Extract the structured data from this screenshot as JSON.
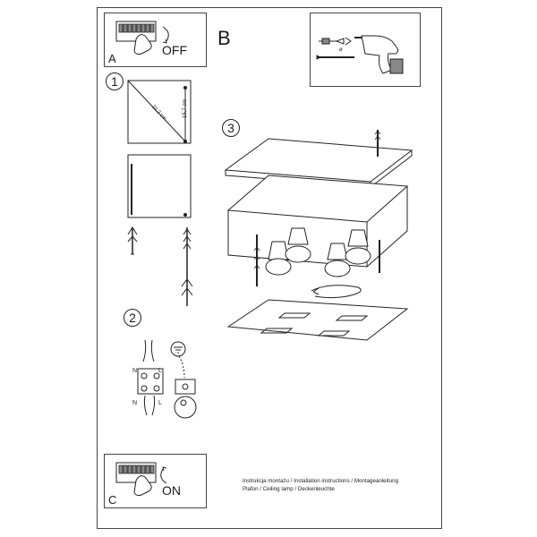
{
  "panel_a": {
    "letter": "A",
    "state": "OFF"
  },
  "panel_b": {
    "letter": "B",
    "drill_note": "ø"
  },
  "panel_c": {
    "letter": "C",
    "state": "ON"
  },
  "steps": {
    "step1": {
      "number": "1",
      "diagonal": "22,2 cm",
      "side": "15,7 cm"
    },
    "step2": {
      "number": "2",
      "n": "N",
      "l": "L"
    },
    "step3": {
      "number": "3"
    }
  },
  "footer": {
    "line1": "Instrukcja montażu / Installation instructions / Montageanleitung",
    "line2": "Plafon / Ceiling lamp / Deckenleuchte"
  }
}
